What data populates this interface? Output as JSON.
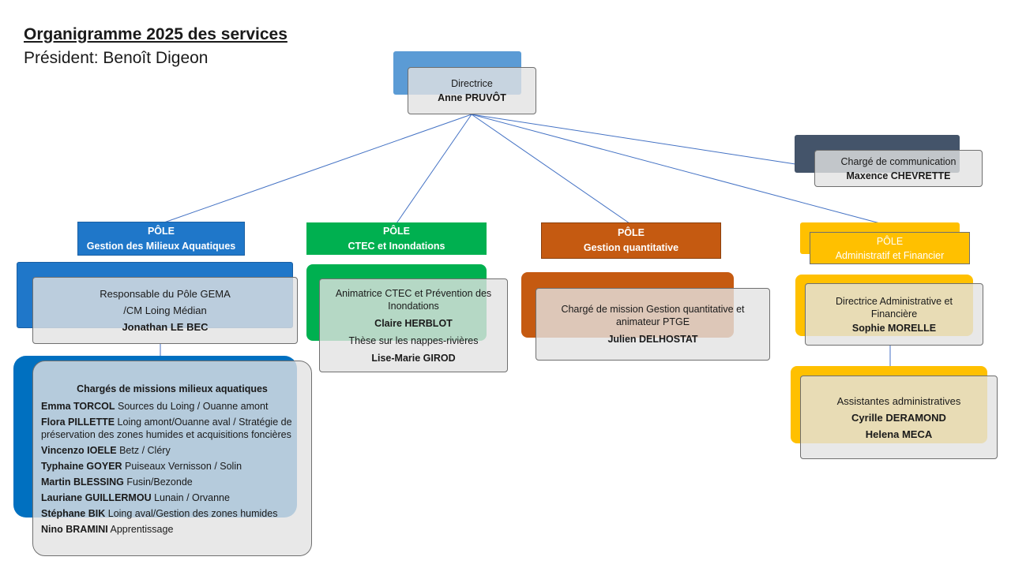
{
  "header": {
    "title": "Organigramme 2025 des services",
    "president": "Président: Benoît Digeon"
  },
  "direction": {
    "role": "Directrice",
    "name": "Anne PRUVÔT"
  },
  "communication": {
    "role": "Chargé de communication",
    "name": "Maxence CHEVRETTE"
  },
  "poles": {
    "gema": {
      "prefix": "PÔLE",
      "title": "Gestion des Milieux Aquatiques",
      "color": "#1f77c9"
    },
    "ctec": {
      "prefix": "PÔLE",
      "title": "CTEC et Inondations",
      "color": "#00b050"
    },
    "quant": {
      "prefix": "PÔLE",
      "title": "Gestion quantitative",
      "color": "#c55a11"
    },
    "admin": {
      "prefix": "PÔLE",
      "title": "Administratif et Financier",
      "color": "#ffc000"
    }
  },
  "gema_resp": {
    "line1": "Responsable du Pôle GEMA",
    "line2": "/CM Loing Médian",
    "name": "Jonathan LE BEC"
  },
  "gema_missions": {
    "heading": "Chargés de missions milieux aquatiques",
    "rows": [
      {
        "name": "Emma TORCOL",
        "detail": " Sources du Loing / Ouanne amont"
      },
      {
        "name": "Flora PILLETTE",
        "detail": " Loing amont/Ouanne aval / Stratégie de préservation des zones humides et acquisitions foncières"
      },
      {
        "name": "Vincenzo IOELE",
        "detail": " Betz / Cléry"
      },
      {
        "name": "Typhaine GOYER",
        "detail": " Puiseaux Vernisson / Solin"
      },
      {
        "name": "Martin BLESSING",
        "detail": " Fusin/Bezonde"
      },
      {
        "name": "Lauriane GUILLERMOU",
        "detail": " Lunain / Orvanne"
      },
      {
        "name": "Stéphane BIK",
        "detail": " Loing aval/Gestion des zones humides"
      },
      {
        "name": "Nino BRAMINI",
        "detail": " Apprentissage"
      }
    ]
  },
  "ctec_card": {
    "role1": "Animatrice CTEC et Prévention des Inondations",
    "name1": "Claire HERBLOT",
    "role2": "Thèse sur les nappes-rivières",
    "name2": "Lise-Marie GIROD"
  },
  "quant_card": {
    "role": "Chargé de mission Gestion quantitative et animateur PTGE",
    "name": "Julien DELHOSTAT"
  },
  "admin_dir": {
    "role": "Directrice Administrative et Financière",
    "name": "Sophie MORELLE"
  },
  "admin_assist": {
    "role": "Assistantes administratives",
    "name1": "Cyrille DERAMOND",
    "name2": "Helena MECA"
  }
}
